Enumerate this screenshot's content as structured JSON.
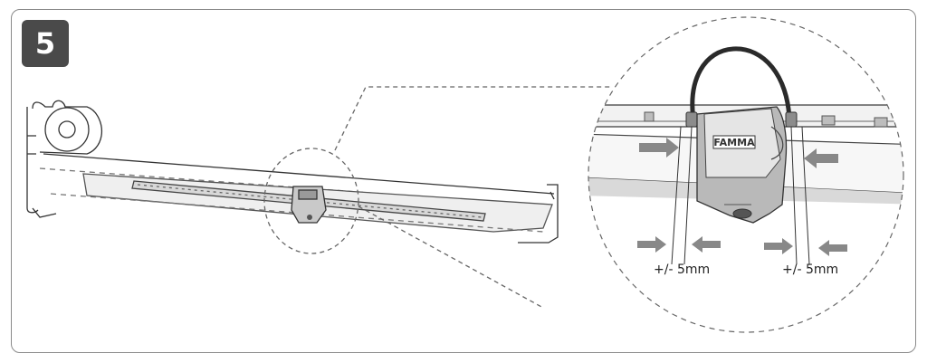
{
  "step": {
    "number": "5"
  },
  "brand": {
    "text": "FAMMA"
  },
  "tolerances": {
    "left": "+/- 5mm",
    "right": "+/- 5mm"
  },
  "colors": {
    "badge": "#4a4a4a",
    "arrow": "#888888",
    "strap": "#2a2a2a",
    "slider": "#b9b9b9"
  }
}
